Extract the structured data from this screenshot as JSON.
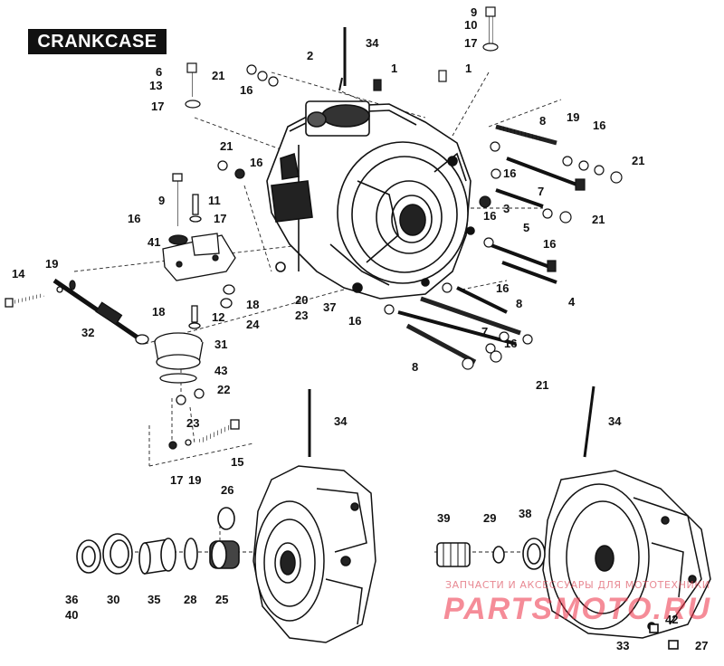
{
  "title": "CRANKCASE",
  "watermark": {
    "line1": "ЗАПЧАСТИ И АКСЕССУАРЫ ДЛЯ МОТОТЕХНИКИ",
    "logo": "PARTSMOTO.RU"
  },
  "part_numbers": {
    "p1a": "1",
    "p1b": "1",
    "p2": "2",
    "p3": "3",
    "p4": "4",
    "p5": "5",
    "p6": "6",
    "p7a": "7",
    "p7b": "7",
    "p8a": "8",
    "p8b": "8",
    "p8c": "8",
    "p9a": "9",
    "p9b": "9",
    "p10": "10",
    "p11": "11",
    "p12": "12",
    "p13": "13",
    "p14": "14",
    "p15": "15",
    "p16a": "16",
    "p16b": "16",
    "p16c": "16",
    "p16d": "16",
    "p16e": "16",
    "p16f": "16",
    "p16g": "16",
    "p16h": "16",
    "p16i": "16",
    "p16j": "16",
    "p17a": "17",
    "p17b": "17",
    "p17c": "17",
    "p17d": "17",
    "p18a": "18",
    "p18b": "18",
    "p19a": "19",
    "p19b": "19",
    "p19c": "19",
    "p20": "20",
    "p21a": "21",
    "p21b": "21",
    "p21c": "21",
    "p21d": "21",
    "p21e": "21",
    "p22": "22",
    "p23a": "23",
    "p23b": "23",
    "p24": "24",
    "p25": "25",
    "p26": "26",
    "p27": "27",
    "p28": "28",
    "p29": "29",
    "p30": "30",
    "p31": "31",
    "p32": "32",
    "p33": "33",
    "p34a": "34",
    "p34b": "34",
    "p34c": "34",
    "p35": "35",
    "p36": "36",
    "p37": "37",
    "p38": "38",
    "p39": "39",
    "p40": "40",
    "p41": "41",
    "p42": "42",
    "p43": "43"
  }
}
